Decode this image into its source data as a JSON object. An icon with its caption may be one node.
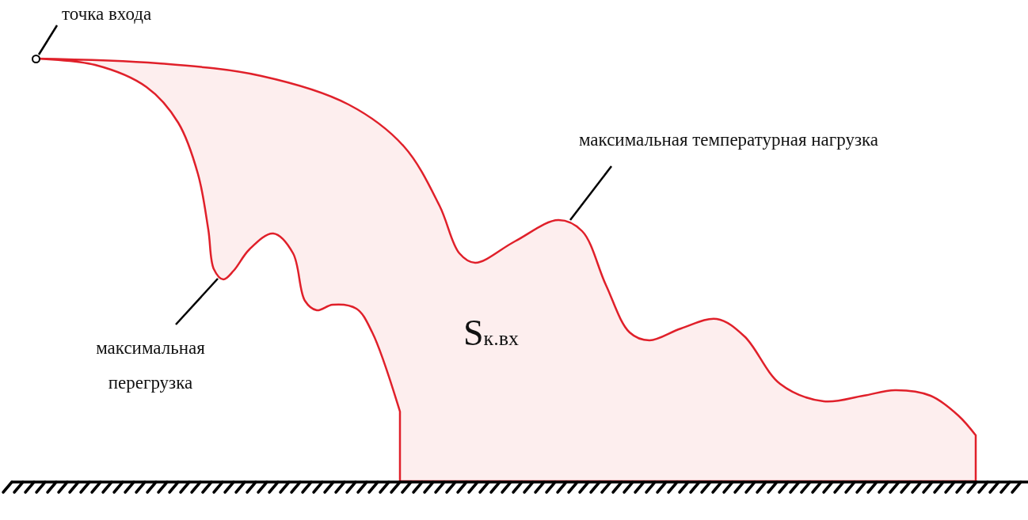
{
  "diagram": {
    "nodes": [
      {
        "text": [
          "точка входа"
        ]
      },
      {
        "text": [],
        "shape": "circle"
      },
      {
        "text": [
          "максимальная перегрузка"
        ]
      },
      {
        "text": [
          "максимальная температурная нагрузка"
        ]
      }
    ],
    "edges": [
      {
        "from": 0,
        "to": 1,
        "arrow": "none"
      },
      {
        "from": 2,
        "to": null,
        "arrow": "none"
      },
      {
        "from": 3,
        "to": null,
        "arrow": "none"
      }
    ],
    "labels": [
      "S$_{к.вх}$"
    ]
  }
}
